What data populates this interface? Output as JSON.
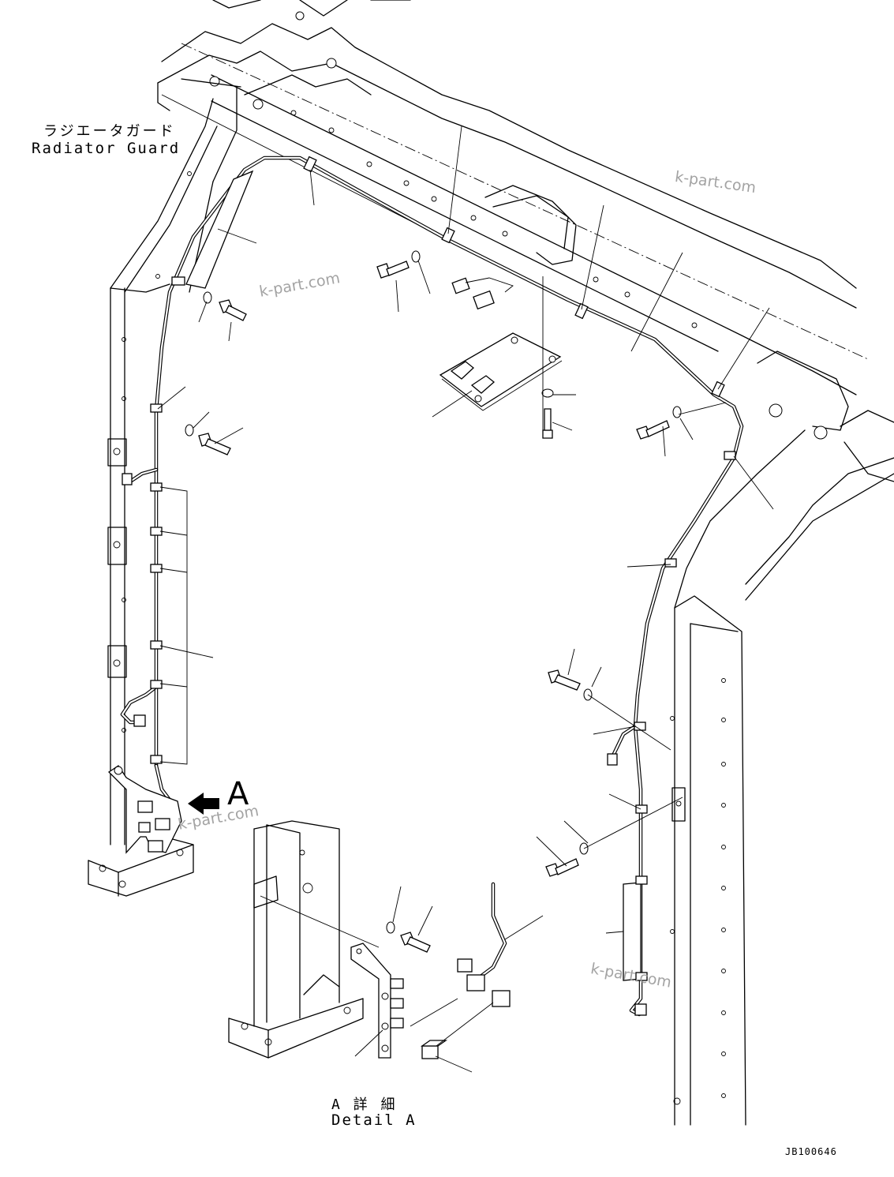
{
  "labels": {
    "radiator_guard_jp": "ラジエータガード",
    "radiator_guard_en": "Radiator Guard",
    "detail_a_jp": "A 詳 細",
    "detail_a_en": "Detail A",
    "view_arrow_letter": "A",
    "drawing_code": "JB100646"
  },
  "watermarks": [
    "k-part.com",
    "k-part.com",
    "k-part.com",
    "k-part.com"
  ],
  "icons": {
    "view_arrow": "arrow-left-icon"
  }
}
